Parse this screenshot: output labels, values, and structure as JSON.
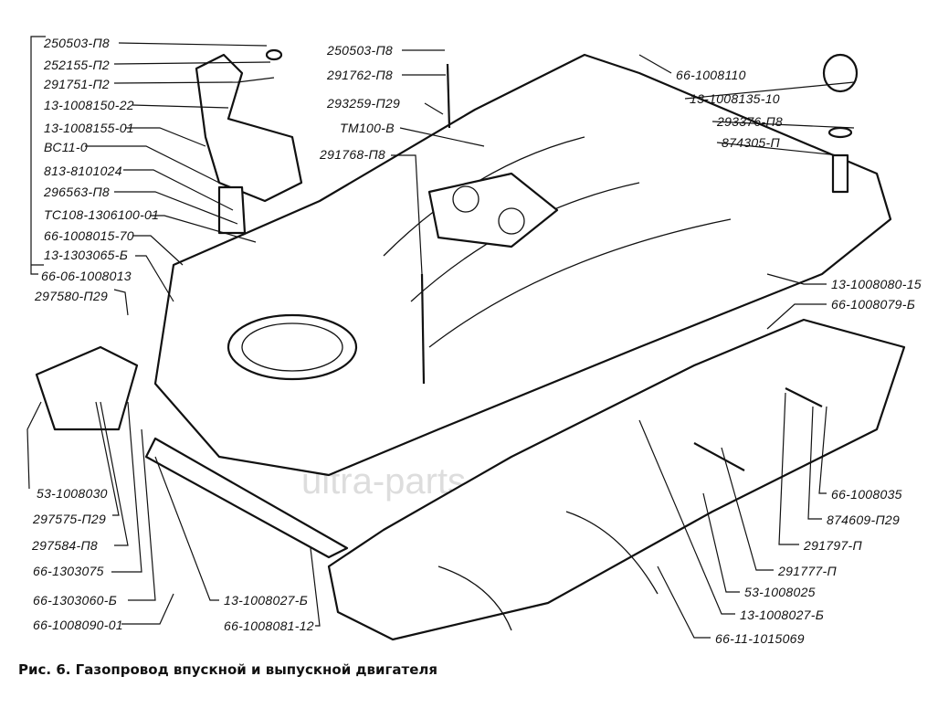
{
  "caption": "Рис. 6. Газопровод впускной и выпускной двигателя",
  "labels": {
    "l1": "250503-П8",
    "l2": "252155-П2",
    "l3": "291751-П2",
    "l4": "13-1008150-22",
    "l5": "13-1008155-01",
    "l6": "ВС11-0",
    "l7": "813-8101024",
    "l8": "296563-П8",
    "l9": "ТС108-1306100-01",
    "l10": "66-1008015-70",
    "l11": "13-1303065-Б",
    "l12": "66-06-1008013",
    "l13": "297580-П29",
    "b1": "53-1008030",
    "b2": "297575-П29",
    "b3": "297584-П8",
    "b4": "66-1303075",
    "b5": "66-1303060-Б",
    "b6": "66-1008090-01",
    "b7": "13-1008027-Б",
    "b8": "66-1008081-12",
    "m1": "250503-П8",
    "m2": "291762-П8",
    "m3": "293259-П29",
    "m4": "ТМ100-В",
    "m5": "291768-П8",
    "r1": "66-1008110",
    "r2": "13-1008135-10",
    "r3": "293376-П8",
    "r4": "874305-П",
    "r5": "13-1008080-15",
    "r6": "66-1008079-Б",
    "r7": "66-1008035",
    "r8": "874609-П29",
    "r9": "291797-П",
    "r10": "291777-П",
    "r11": "53-1008025",
    "r12": "13-1008027-Б",
    "r13": "66-11-1015069"
  },
  "watermark": "ultra-parts"
}
